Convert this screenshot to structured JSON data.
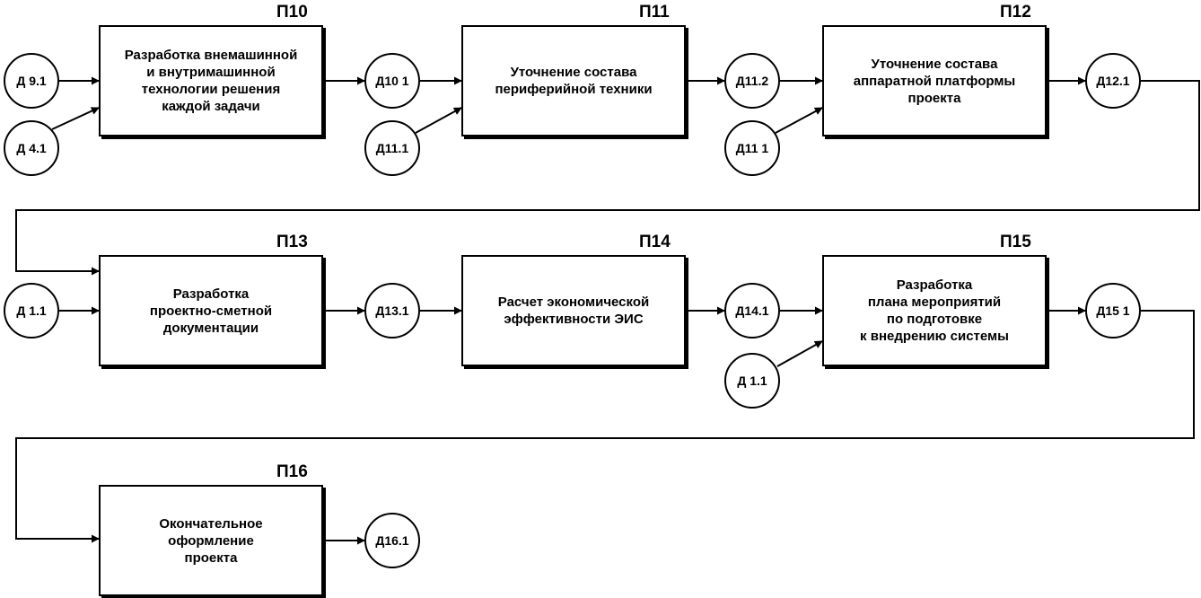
{
  "processes": [
    {
      "id": "p10",
      "label": "П10",
      "text": "Разработка внемашинной\nи внутримашинной\nтехнологии решения\nкаждой задачи"
    },
    {
      "id": "p11",
      "label": "П11",
      "text": "Уточнение состава\nпериферийной техники"
    },
    {
      "id": "p12",
      "label": "П12",
      "text": "Уточнение состава\nаппаратной платформы\nпроекта"
    },
    {
      "id": "p13",
      "label": "П13",
      "text": "Разработка\nпроектно-сметной\nдокументации"
    },
    {
      "id": "p14",
      "label": "П14",
      "text": "Расчет экономической\nэффективности ЭИС"
    },
    {
      "id": "p15",
      "label": "П15",
      "text": "Разработка\nплана мероприятий\nпо подготовке\nк внедрению системы"
    },
    {
      "id": "p16",
      "label": "П16",
      "text": "Окончательное\nоформление\nпроекта"
    }
  ],
  "documents": [
    {
      "id": "d9_1",
      "label": "Д 9.1"
    },
    {
      "id": "d4_1",
      "label": "Д 4.1"
    },
    {
      "id": "d10_1",
      "label": "Д10 1"
    },
    {
      "id": "d11_1_a",
      "label": "Д11.1"
    },
    {
      "id": "d11_2",
      "label": "Д11.2"
    },
    {
      "id": "d11_1_b",
      "label": "Д11 1"
    },
    {
      "id": "d12_1",
      "label": "Д12.1"
    },
    {
      "id": "d1_1_a",
      "label": "Д 1.1"
    },
    {
      "id": "d13_1",
      "label": "Д13.1"
    },
    {
      "id": "d14_1",
      "label": "Д14.1"
    },
    {
      "id": "d1_1_b",
      "label": "Д 1.1"
    },
    {
      "id": "d15_1",
      "label": "Д15 1"
    },
    {
      "id": "d16_1",
      "label": "Д16.1"
    }
  ],
  "flows": [
    {
      "from": "d9_1",
      "to": "p10"
    },
    {
      "from": "d4_1",
      "to": "p10"
    },
    {
      "from": "p10",
      "to": "d10_1"
    },
    {
      "from": "d10_1",
      "to": "p11"
    },
    {
      "from": "d11_1_a",
      "to": "p11"
    },
    {
      "from": "p11",
      "to": "d11_2"
    },
    {
      "from": "d11_2",
      "to": "p12"
    },
    {
      "from": "d11_1_b",
      "to": "p12"
    },
    {
      "from": "p12",
      "to": "d12_1"
    },
    {
      "from": "d12_1",
      "to": "p13"
    },
    {
      "from": "d1_1_a",
      "to": "p13"
    },
    {
      "from": "p13",
      "to": "d13_1"
    },
    {
      "from": "d13_1",
      "to": "p14"
    },
    {
      "from": "p14",
      "to": "d14_1"
    },
    {
      "from": "d14_1",
      "to": "p15"
    },
    {
      "from": "d1_1_b",
      "to": "p15"
    },
    {
      "from": "p15",
      "to": "d15_1"
    },
    {
      "from": "d15_1",
      "to": "p16"
    },
    {
      "from": "p16",
      "to": "d16_1"
    }
  ]
}
